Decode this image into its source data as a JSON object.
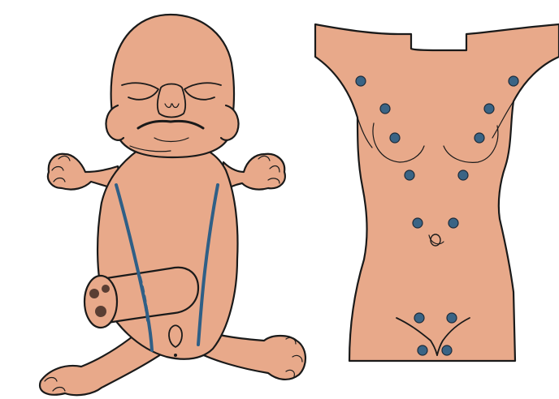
{
  "colors": {
    "skin": "#e8a98a",
    "outline": "#1a1a1a",
    "ridge": "#2f5f86",
    "nipple_dot": "#3a6485",
    "dark_patch": "#5a3e33",
    "background": "#ffffff"
  },
  "panels": [
    {
      "subject": "embryo-with-mammary-ridges",
      "ridge_lines": 2
    },
    {
      "subject": "adult-female-torso-with-supernumerary-nipple-sites",
      "nipple_sites": 14
    }
  ]
}
